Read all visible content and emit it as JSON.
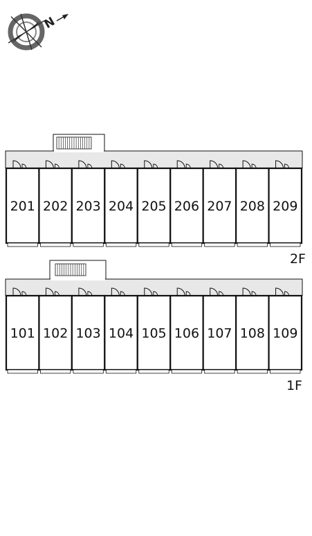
{
  "compass": {
    "letter": "N",
    "icon": "compass-rose-icon"
  },
  "floors": [
    {
      "label": "2F",
      "units": [
        "201",
        "202",
        "203",
        "204",
        "205",
        "206",
        "207",
        "208",
        "209"
      ]
    },
    {
      "label": "1F",
      "units": [
        "101",
        "102",
        "103",
        "104",
        "105",
        "106",
        "107",
        "108",
        "109"
      ]
    }
  ],
  "colors": {
    "corridor": "#e8e8e8",
    "wall": "#111111",
    "stair_fill": "#ffffff"
  }
}
